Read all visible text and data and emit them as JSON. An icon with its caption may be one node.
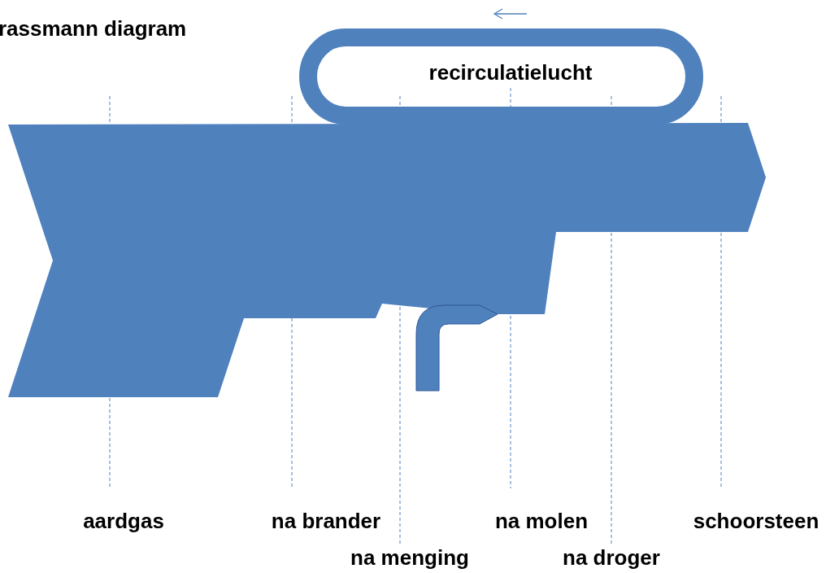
{
  "diagram": {
    "title": "rassmann diagram",
    "labels": [
      "recirculatielucht",
      "aardgas",
      "na brander",
      "na menging",
      "na molen",
      "na droger",
      "schoorsteen"
    ]
  }
}
